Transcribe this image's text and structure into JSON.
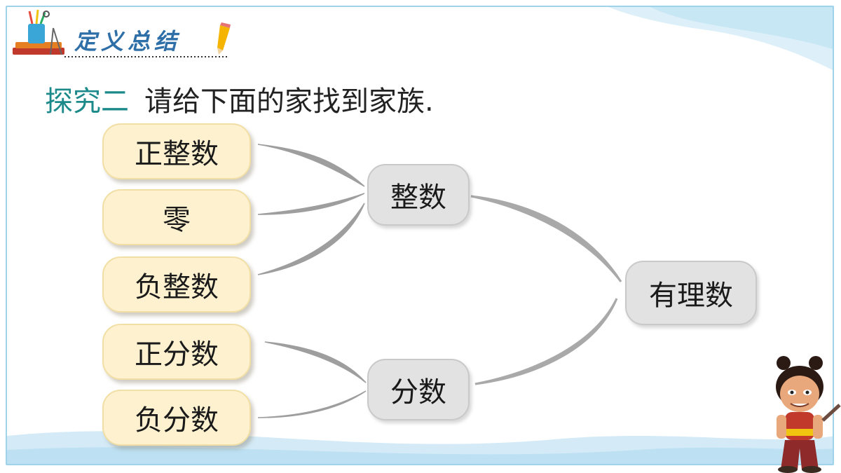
{
  "header": {
    "title": "定义总结"
  },
  "subtitle": {
    "lead": "探究二",
    "text": "请给下面的家找到家族."
  },
  "diagram": {
    "leaves": [
      "正整数",
      "零",
      "负整数",
      "正分数",
      "负分数"
    ],
    "groups": [
      "整数",
      "分数"
    ],
    "root": "有理数"
  },
  "colors": {
    "leaf_fill": "#fdf1cf",
    "group_fill": "#e2e2e2",
    "lead_text": "#1c8a8a",
    "title_text": "#2e6fa8",
    "connector": "#a9a9a9"
  }
}
